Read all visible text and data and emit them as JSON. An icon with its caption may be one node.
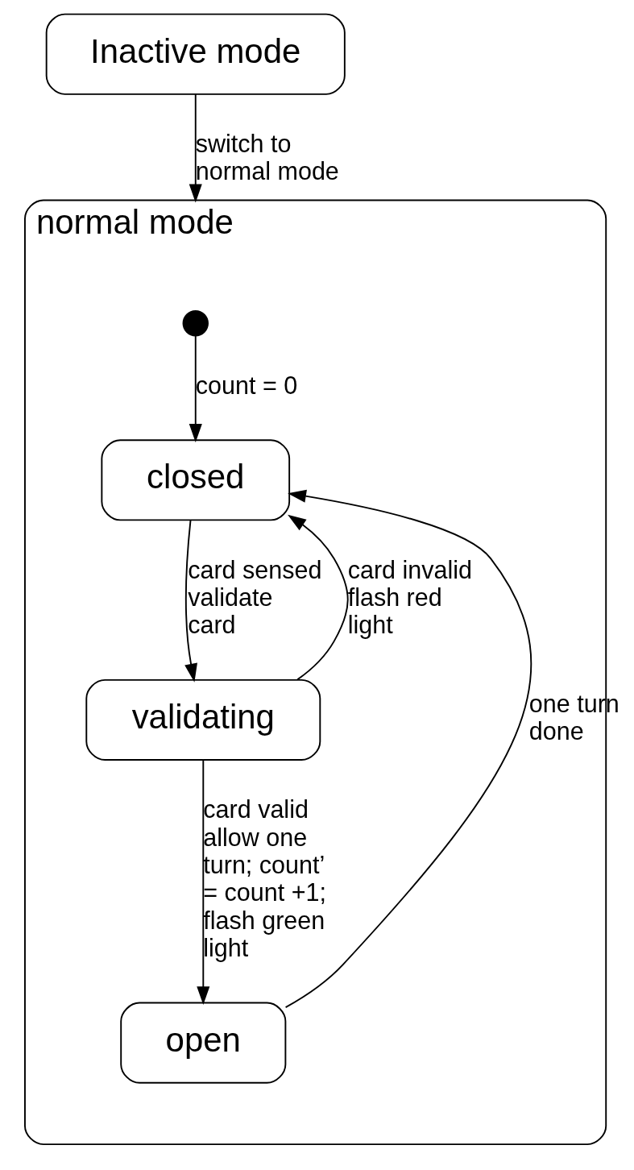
{
  "diagram": {
    "nodes": [
      {
        "text": [
          "Inactive mode"
        ]
      },
      {
        "text": [
          "normal mode"
        ]
      },
      {
        "text": [],
        "shape": "circle",
        "in": 1
      },
      {
        "text": [
          "closed"
        ],
        "in": 1
      },
      {
        "text": [
          "validating"
        ],
        "in": 1
      },
      {
        "text": [
          "open"
        ],
        "in": 1
      }
    ],
    "edges": [
      {
        "from": 0,
        "to": 1,
        "arrow": "to",
        "label": "switch to normal mode"
      },
      {
        "from": 2,
        "to": 3,
        "arrow": "to",
        "label": "count = 0"
      },
      {
        "from": 3,
        "to": 4,
        "arrow": "to",
        "label": "card sensed validate card"
      },
      {
        "from": 4,
        "to": 3,
        "arrow": "to",
        "label": "card invalid flash red light"
      },
      {
        "from": 4,
        "to": 5,
        "arrow": "to",
        "label": "card valid allow one turn; count’ = count +1; flash green light"
      },
      {
        "from": 5,
        "to": 3,
        "arrow": "to",
        "label": "one turn done"
      }
    ]
  }
}
